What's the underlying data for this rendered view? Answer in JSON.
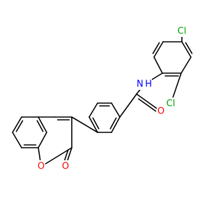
{
  "molecule": {
    "atom_labels": [
      {
        "id": "cl-top",
        "text": "Cl",
        "color": "#00a000"
      },
      {
        "id": "cl-bottom",
        "text": "Cl",
        "color": "#00a000"
      },
      {
        "id": "nh",
        "text": "N H",
        "color": "#0000ff"
      },
      {
        "id": "amide-o",
        "text": "O",
        "color": "#ff0000"
      },
      {
        "id": "ring-o",
        "text": "O",
        "color": "#ff0000"
      },
      {
        "id": "lactone-o",
        "text": "O",
        "color": "#ff0000"
      }
    ]
  }
}
